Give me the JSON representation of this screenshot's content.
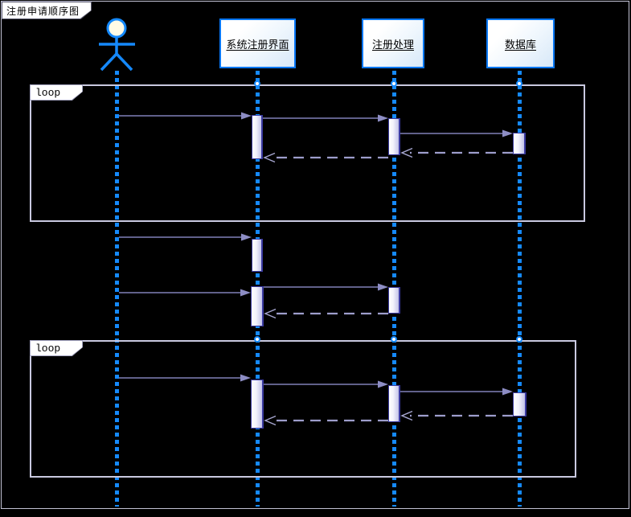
{
  "diagram": {
    "title": "注册申请顺序图",
    "lifelines": [
      {
        "label": "系统注册界面"
      },
      {
        "label": "注册处理"
      },
      {
        "label": "数据库"
      }
    ],
    "fragments": [
      {
        "operator": "loop"
      },
      {
        "operator": "loop"
      }
    ],
    "messages": [
      {
        "section": "loop-1",
        "from": "actor",
        "to": "系统注册界面",
        "style": "solid-call"
      },
      {
        "section": "loop-1",
        "from": "系统注册界面",
        "to": "注册处理",
        "style": "solid-call"
      },
      {
        "section": "loop-1",
        "from": "注册处理",
        "to": "数据库",
        "style": "solid-call"
      },
      {
        "section": "loop-1",
        "from": "数据库",
        "to": "注册处理",
        "style": "dashed-return"
      },
      {
        "section": "loop-1",
        "from": "注册处理",
        "to": "系统注册界面",
        "style": "dashed-return"
      },
      {
        "section": "between-loops",
        "from": "actor",
        "to": "系统注册界面",
        "style": "solid-call"
      },
      {
        "section": "between-loops",
        "from": "actor",
        "to": "系统注册界面",
        "style": "solid-call"
      },
      {
        "section": "between-loops",
        "from": "系统注册界面",
        "to": "注册处理",
        "style": "solid-call"
      },
      {
        "section": "between-loops",
        "from": "注册处理",
        "to": "系统注册界面",
        "style": "dashed-return"
      },
      {
        "section": "loop-2",
        "from": "actor",
        "to": "系统注册界面",
        "style": "solid-call"
      },
      {
        "section": "loop-2",
        "from": "系统注册界面",
        "to": "注册处理",
        "style": "solid-call"
      },
      {
        "section": "loop-2",
        "from": "注册处理",
        "to": "数据库",
        "style": "solid-call"
      },
      {
        "section": "loop-2",
        "from": "数据库",
        "to": "注册处理",
        "style": "dashed-return"
      },
      {
        "section": "loop-2",
        "from": "注册处理",
        "to": "系统注册界面",
        "style": "dashed-return"
      }
    ],
    "colors": {
      "canvas_bg": "#000000",
      "lifeline_blue": "#1589fb",
      "node_border_blue": "#0877f8",
      "message_lavender": "#8d8dc4",
      "frame_border": "#c9c9e0",
      "activation_fill": "#c2c2e8",
      "actor_head_fill": "#fffbe6"
    }
  }
}
